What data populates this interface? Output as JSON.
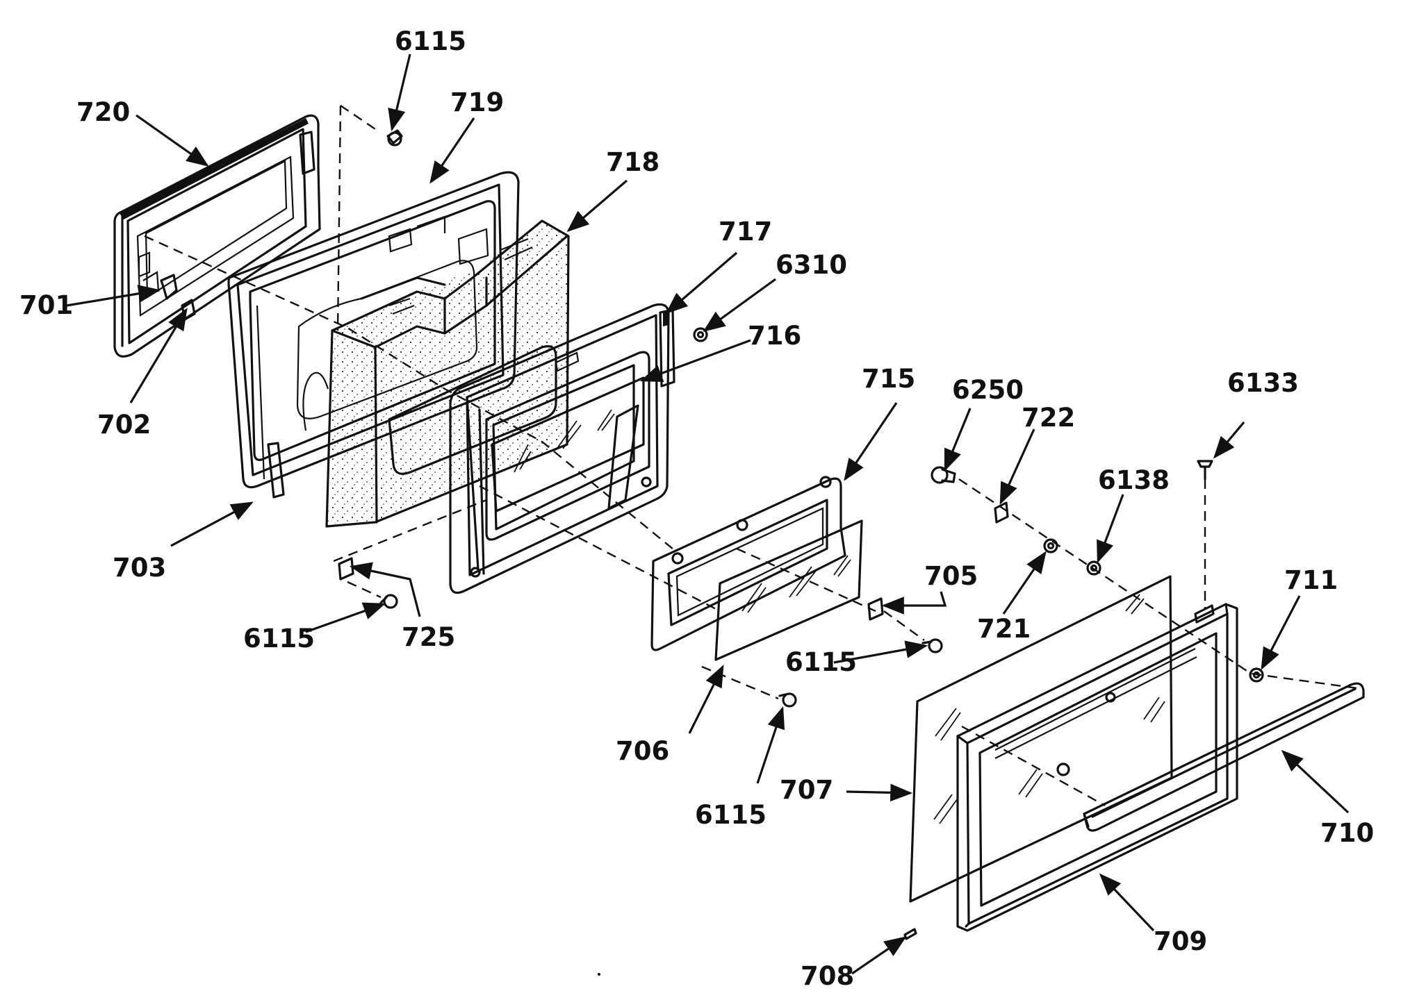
{
  "diagram": {
    "type": "exploded parts view",
    "labels": [
      "6115",
      "720",
      "719",
      "718",
      "717",
      "6310",
      "716",
      "701",
      "702",
      "703",
      "725",
      "715",
      "6250",
      "722",
      "6133",
      "6138",
      "705",
      "721",
      "711",
      "706",
      "707",
      "710",
      "708",
      "709"
    ]
  },
  "callouts": [
    {
      "id": "c-6115-top",
      "text": "6115"
    },
    {
      "id": "c-720",
      "text": "720"
    },
    {
      "id": "c-719",
      "text": "719"
    },
    {
      "id": "c-718",
      "text": "718"
    },
    {
      "id": "c-717",
      "text": "717"
    },
    {
      "id": "c-6310",
      "text": "6310"
    },
    {
      "id": "c-716",
      "text": "716"
    },
    {
      "id": "c-701",
      "text": "701"
    },
    {
      "id": "c-702",
      "text": "702"
    },
    {
      "id": "c-703",
      "text": "703"
    },
    {
      "id": "c-6115-left",
      "text": "6115"
    },
    {
      "id": "c-725",
      "text": "725"
    },
    {
      "id": "c-715",
      "text": "715"
    },
    {
      "id": "c-6250",
      "text": "6250"
    },
    {
      "id": "c-722",
      "text": "722"
    },
    {
      "id": "c-6133",
      "text": "6133"
    },
    {
      "id": "c-6138",
      "text": "6138"
    },
    {
      "id": "c-705",
      "text": "705"
    },
    {
      "id": "c-721",
      "text": "721"
    },
    {
      "id": "c-711",
      "text": "711"
    },
    {
      "id": "c-6115-mid",
      "text": "6115"
    },
    {
      "id": "c-706",
      "text": "706"
    },
    {
      "id": "c-6115-bot",
      "text": "6115"
    },
    {
      "id": "c-707",
      "text": "707"
    },
    {
      "id": "c-710",
      "text": "710"
    },
    {
      "id": "c-708",
      "text": "708"
    },
    {
      "id": "c-709",
      "text": "709"
    }
  ]
}
